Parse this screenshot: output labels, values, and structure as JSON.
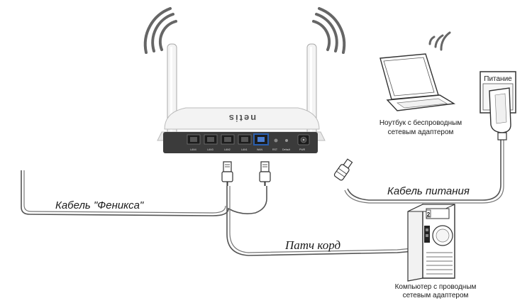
{
  "router": {
    "brand": "netis",
    "ports": [
      "LAN4",
      "LAN3",
      "LAN2",
      "LAN1",
      "WAN",
      "RST",
      "Default",
      "PWR"
    ]
  },
  "laptop": {
    "caption_line1": "Ноутбук с беспроводным",
    "caption_line2": "сетевым адаптером"
  },
  "power_socket": {
    "label": "Питание"
  },
  "computer": {
    "caption_line1": "Компьютер с проводным",
    "caption_line2": "сетевым адаптером",
    "bay_digit": "2"
  },
  "cables": {
    "isp_cable": "Кабель \"Феникса\"",
    "power_cable": "Кабель питания",
    "patch_cord": "Патч корд"
  },
  "colors": {
    "router_body": "#f2f2f2",
    "router_back": "#3a3a3a",
    "wan_port": "#2a5fb0",
    "line": "#555555"
  }
}
